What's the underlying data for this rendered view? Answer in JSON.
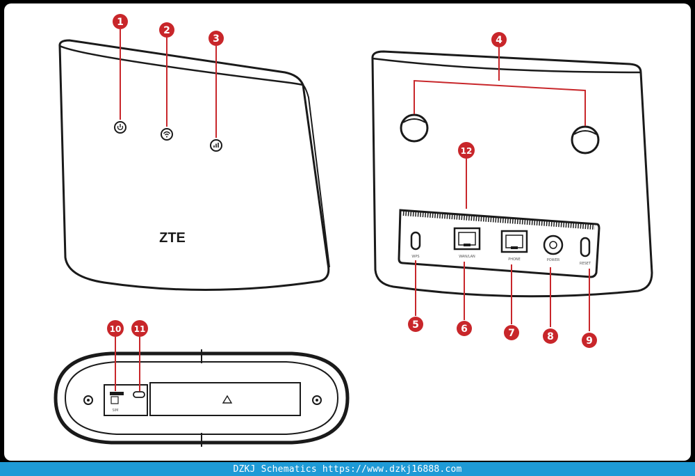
{
  "colors": {
    "callout": "#c8262a",
    "stroke": "#1a1a1a",
    "footer_bg": "#1e9ad6"
  },
  "device": {
    "brand": "ZTE",
    "front_icons": [
      "power-icon",
      "wifi-icon",
      "signal-icon"
    ],
    "ports": {
      "wps": "WPS",
      "wan_lan": "WAN/LAN",
      "phone": "PHONE",
      "power": "POWER",
      "reset": "RESET"
    },
    "sim_label": "SIM"
  },
  "callouts": {
    "c1": "1",
    "c2": "2",
    "c3": "3",
    "c4": "4",
    "c5": "5",
    "c6": "6",
    "c7": "7",
    "c8": "8",
    "c9": "9",
    "c10": "10",
    "c11": "11",
    "c12": "12"
  },
  "footer": {
    "site_name": "DZKJ Schematics",
    "url": "https://www.dzkj16888.com"
  }
}
